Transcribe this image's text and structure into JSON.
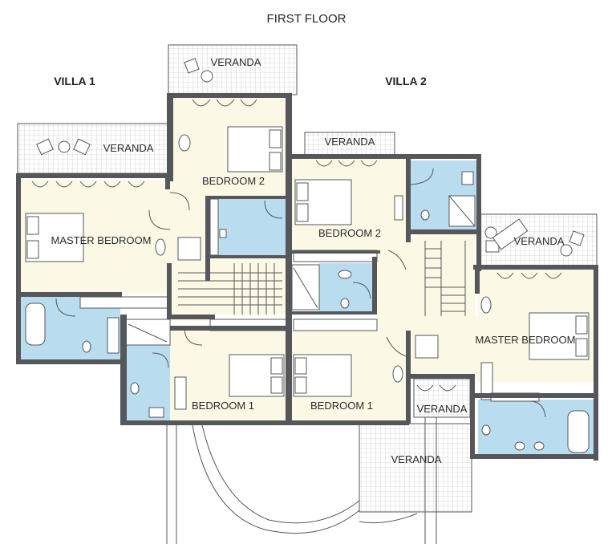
{
  "title": "FIRST FLOOR",
  "villa1": {
    "name": "VILLA 1"
  },
  "villa2": {
    "name": "VILLA 2"
  },
  "rooms": {
    "v1_veranda_top": "VERANDA",
    "v1_veranda_left": "VERANDA",
    "v1_master": "MASTER BEDROOM",
    "v1_bedroom2": "BEDROOM 2",
    "v1_bedroom1": "BEDROOM 1",
    "v2_veranda_top": "VERANDA",
    "v2_bedroom2": "BEDROOM 2",
    "v2_veranda_right": "VERANDA",
    "v2_master": "MASTER BEDROOM",
    "v2_bedroom1": "BEDROOM 1",
    "v2_veranda_small": "VERANDA",
    "v2_veranda_ground": "VERANDA"
  },
  "colors": {
    "room_fill": "#fbf9e6",
    "bath_fill": "#b9dcef",
    "wall": "#55575a",
    "grid": "#b8babc"
  }
}
